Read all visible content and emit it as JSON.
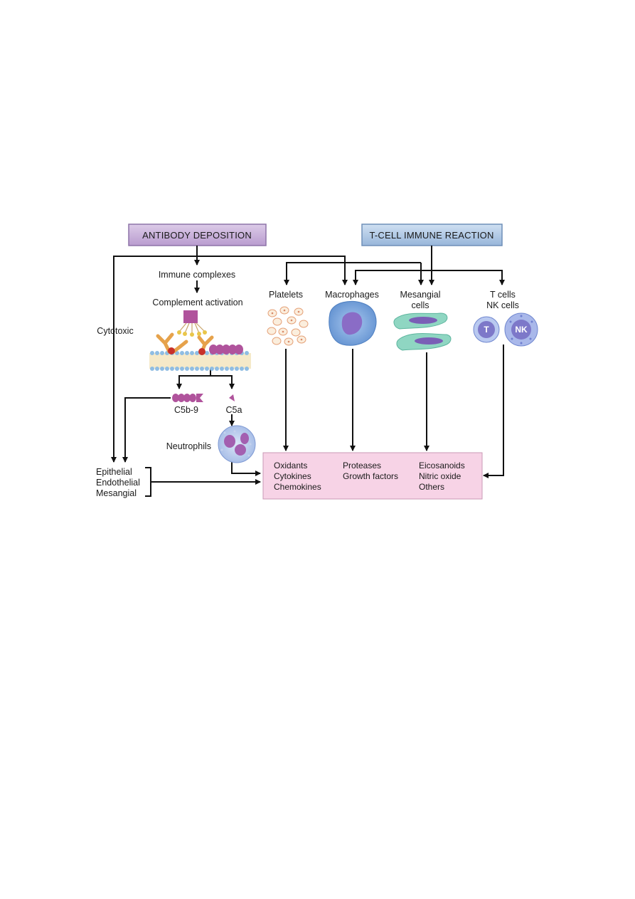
{
  "headers": {
    "antibody": "ANTIBODY DEPOSITION",
    "tcell": "T-CELL IMMUNE REACTION"
  },
  "labels": {
    "immune_complexes": "Immune complexes",
    "complement_activation": "Complement activation",
    "cytotoxic": "Cytotoxic",
    "c5b9": "C5b-9",
    "c5a": "C5a",
    "neutrophils": "Neutrophils",
    "platelets": "Platelets",
    "macrophages": "Macrophages",
    "mesangial_1": "Mesangial",
    "mesangial_2": "cells",
    "tcells_1": "T cells",
    "tcells_2": "NK cells",
    "t_badge": "T",
    "nk_badge": "NK"
  },
  "targets": [
    "Epithelial",
    "Endothelial",
    "Mesangial"
  ],
  "mediators": {
    "col1": [
      "Oxidants",
      "Cytokines",
      "Chemokines"
    ],
    "col2": [
      "Proteases",
      "Growth factors"
    ],
    "col3": [
      "Eicosanoids",
      "Nitric oxide",
      "Others"
    ]
  },
  "colors": {
    "antibody_box": "#c9b1d9",
    "tcell_box": "#b3cbe6",
    "mediator_box": "#f7d3e6",
    "macrophage": "#7fa9dd",
    "mesangial": "#8fd6c2",
    "complement": "#b0539c",
    "membrane": "#9cc4e6"
  }
}
